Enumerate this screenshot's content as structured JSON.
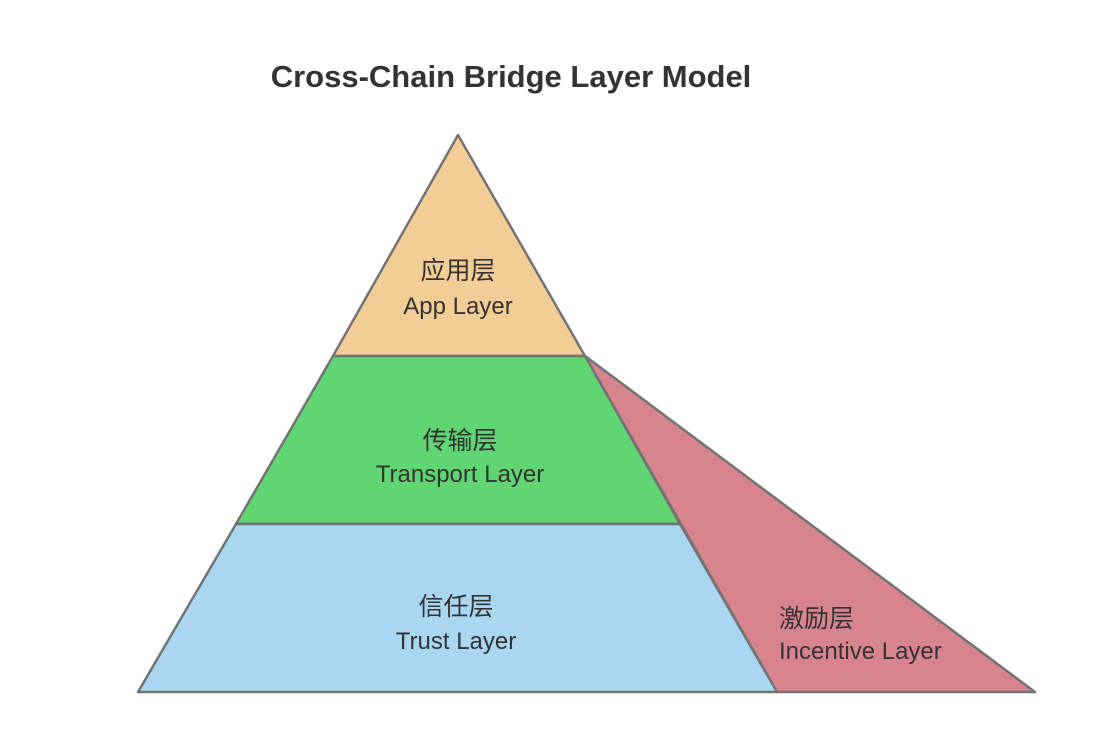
{
  "title": "Cross-Chain Bridge Layer Model",
  "diagram_type": "layered-pyramid",
  "layers": {
    "app": {
      "zh": "应用层",
      "en": "App Layer",
      "color": "#F2CE96",
      "position": "pyramid-top"
    },
    "transport": {
      "zh": "传输层",
      "en": "Transport Layer",
      "color": "#5FD672",
      "position": "pyramid-middle"
    },
    "trust": {
      "zh": "信任层",
      "en": "Trust Layer",
      "color": "#A9D7F2",
      "position": "pyramid-bottom"
    },
    "incentive": {
      "zh": "激励层",
      "en": "Incentive Layer",
      "color": "#D8848E",
      "position": "right-side-wedge"
    }
  },
  "style": {
    "outline_color": "#737373",
    "text_color": "#333333",
    "title_color": "#333333",
    "background": "#FFFFFF"
  }
}
